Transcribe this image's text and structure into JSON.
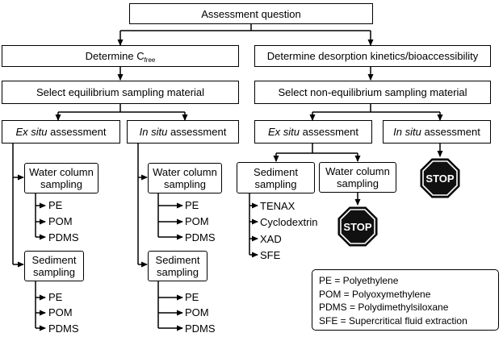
{
  "nodes": {
    "assessment_question": "Assessment question",
    "determine_cfree_prefix": "Determine C",
    "determine_cfree_sub": "free",
    "determine_desorption": "Determine desorption kinetics/bioaccessibility",
    "select_equilibrium": "Select equilibrium sampling material",
    "select_nonequilibrium": "Select non-equilibrium sampling material",
    "ex_situ_italic": "Ex situ",
    "in_situ_italic": "In situ",
    "assessment_suffix": " assessment",
    "water_column_line1": "Water column",
    "water_column_line2": "sampling",
    "sediment_line1": "Sediment",
    "sediment_line2": "sampling"
  },
  "materials": {
    "equilibrium": [
      "PE",
      "POM",
      "PDMS"
    ],
    "nonequilibrium_sediment": [
      "TENAX",
      "Cyclodextrin",
      "XAD",
      "SFE"
    ]
  },
  "stop_sign": {
    "text": "STOP",
    "color": "#111111",
    "text_color": "#ffffff"
  },
  "legend": [
    "PE = Polyethylene",
    "POM = Polyoxymethylene",
    "PDMS = Polydimethylsiloxane",
    "SFE = Supercritical fluid extraction"
  ]
}
